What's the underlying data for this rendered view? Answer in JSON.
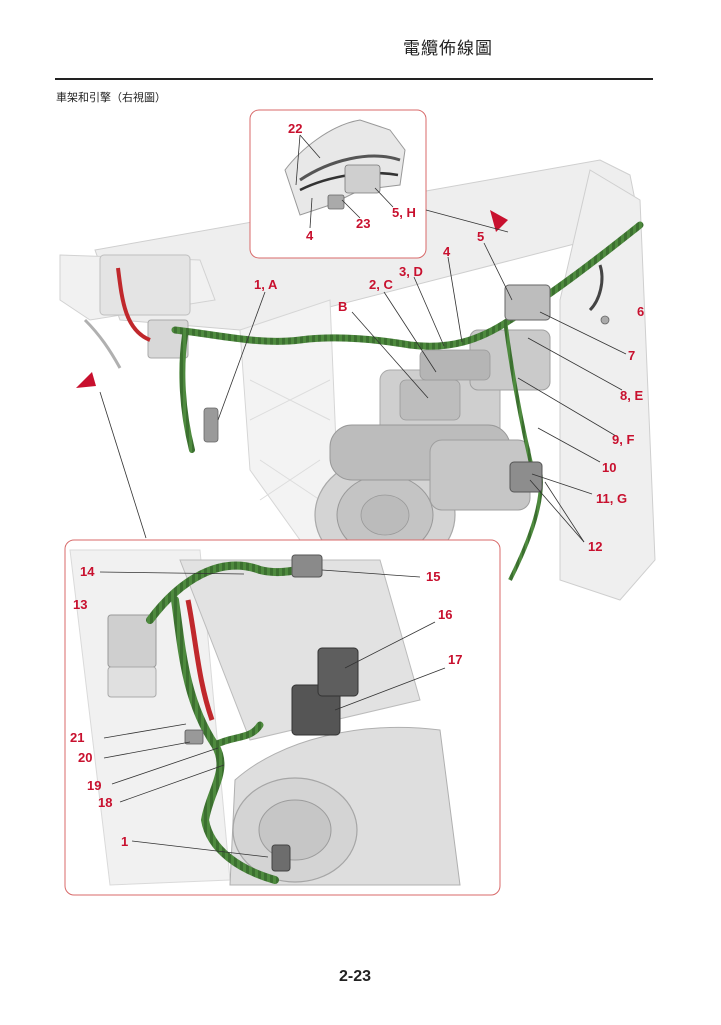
{
  "header": {
    "title": "電纜佈線圖"
  },
  "section": {
    "label": "車架和引擎（右視圖）"
  },
  "callouts": {
    "c1": "1",
    "c1a": "1, A",
    "c2c": "2, C",
    "c3d": "3, D",
    "c4": "4",
    "c4b": "4",
    "c5": "5",
    "c5h": "5, H",
    "c6": "6",
    "c7": "7",
    "c8e": "8, E",
    "c9f": "9, F",
    "c10": "10",
    "c11g": "11, G",
    "c12": "12",
    "c13": "13",
    "c14": "14",
    "c15": "15",
    "c16": "16",
    "c17": "17",
    "c18": "18",
    "c19": "19",
    "c20": "20",
    "c21": "21",
    "c22": "22",
    "c23": "23",
    "cB": "B"
  },
  "colors": {
    "callout": "#c8102e",
    "harness": "#4e8a3e",
    "wire_red": "#c0282c",
    "frame": "#e6e6e6",
    "inset_border": "#d86a6a"
  },
  "footer": {
    "page_number": "2-23"
  }
}
